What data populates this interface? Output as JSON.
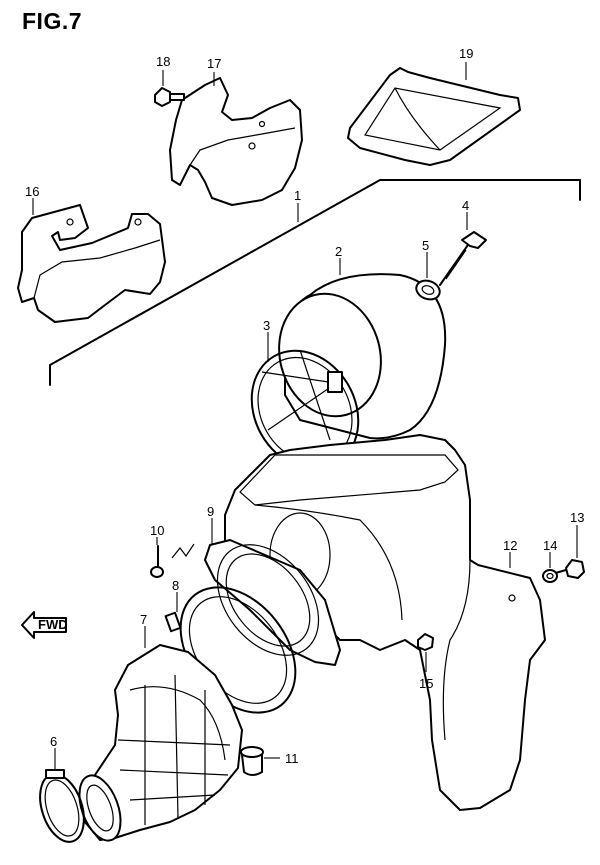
{
  "figure": {
    "title": "FIG.7"
  },
  "fwd_arrow": {
    "text": "FWD"
  },
  "callouts": [
    {
      "id": "1",
      "text": "1"
    },
    {
      "id": "2",
      "text": "2"
    },
    {
      "id": "3",
      "text": "3"
    },
    {
      "id": "4",
      "text": "4"
    },
    {
      "id": "5",
      "text": "5"
    },
    {
      "id": "6",
      "text": "6"
    },
    {
      "id": "7",
      "text": "7"
    },
    {
      "id": "8",
      "text": "8"
    },
    {
      "id": "9",
      "text": "9"
    },
    {
      "id": "10",
      "text": "10"
    },
    {
      "id": "11",
      "text": "11"
    },
    {
      "id": "12",
      "text": "12"
    },
    {
      "id": "13",
      "text": "13"
    },
    {
      "id": "14",
      "text": "14"
    },
    {
      "id": "15",
      "text": "15"
    },
    {
      "id": "16",
      "text": "16"
    },
    {
      "id": "17",
      "text": "17"
    },
    {
      "id": "18",
      "text": "18"
    },
    {
      "id": "19",
      "text": "19"
    }
  ]
}
